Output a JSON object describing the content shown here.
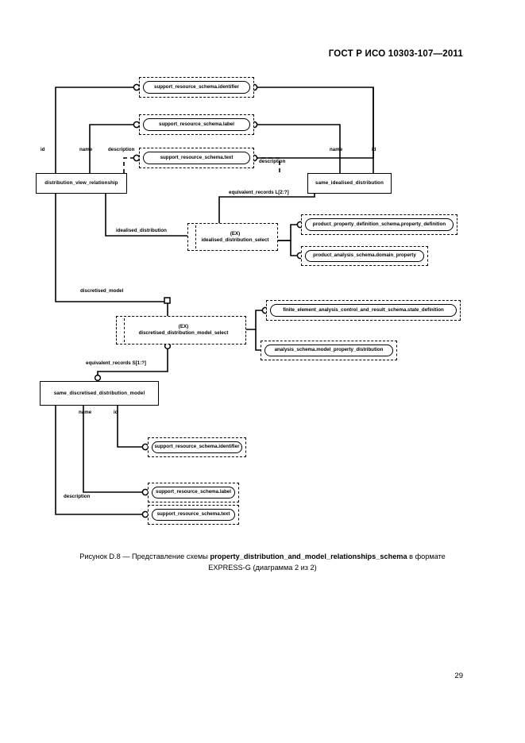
{
  "document": {
    "header": "ГОСТ Р ИСО 10303-107—2011",
    "page_number": "29",
    "caption_prefix": "Рисунок  D.8 — Представление схемы ",
    "caption_schema": "property_distribution_and_model_relationships_schema",
    "caption_middle": " в формате",
    "caption_line2": "EXPRESS-G (диаграмма 2 из 2)"
  },
  "diagram": {
    "type": "EXPRESS-G",
    "entities": [
      {
        "id": "distribution_view_relationship",
        "label": "distribution_view_relationship"
      },
      {
        "id": "same_idealised_distribution",
        "label": "same_idealised_distribution"
      },
      {
        "id": "same_discretised_distribution_model",
        "label": "same_discretised_distribution_model"
      }
    ],
    "selects": [
      {
        "id": "idealised_distribution_select",
        "tag": "(EX)",
        "label": "idealised_distribution_select"
      },
      {
        "id": "discretised_distribution_model_select",
        "tag": "(EX)",
        "label": "discretised_distribution_model_select"
      }
    ],
    "references": [
      {
        "id": "ref_identifier_top",
        "label": "support_resource_schema.identifier"
      },
      {
        "id": "ref_label_top",
        "label": "support_resource_schema.label"
      },
      {
        "id": "ref_text_top",
        "label": "support_resource_schema.text"
      },
      {
        "id": "ref_property_definition",
        "label": "product_property_definition_schema.property_definition"
      },
      {
        "id": "ref_domain_property",
        "label": "product_analysis_schema.domain_property"
      },
      {
        "id": "ref_state_definition",
        "label": "finite_element_analysis_control_and_result_schema.state_definition"
      },
      {
        "id": "ref_model_property_distribution",
        "label": "analysis_schema.model_property_distribution"
      },
      {
        "id": "ref_identifier_bottom",
        "label": "support_resource_schema.identifier"
      },
      {
        "id": "ref_label_bottom",
        "label": "support_resource_schema.label"
      },
      {
        "id": "ref_text_bottom",
        "label": "support_resource_schema.text"
      }
    ],
    "edge_labels": [
      {
        "id": "lbl_id_left",
        "text": "id"
      },
      {
        "id": "lbl_name_left",
        "text": "name"
      },
      {
        "id": "lbl_description_left",
        "text": "description"
      },
      {
        "id": "lbl_description_right",
        "text": "description"
      },
      {
        "id": "lbl_name_right",
        "text": "name"
      },
      {
        "id": "lbl_id_right",
        "text": "id"
      },
      {
        "id": "lbl_equivalent_records_top",
        "text": "equivalent_records L[2:?]"
      },
      {
        "id": "lbl_idealised_distribution",
        "text": "idealised_distribution"
      },
      {
        "id": "lbl_discretised_model",
        "text": "discretised_model"
      },
      {
        "id": "lbl_equivalent_records_bottom",
        "text": "equivalent_records S[1:?]"
      },
      {
        "id": "lbl_name_bottom",
        "text": "name"
      },
      {
        "id": "lbl_id_bottom",
        "text": "id"
      },
      {
        "id": "lbl_description_bottom",
        "text": "description"
      }
    ]
  }
}
